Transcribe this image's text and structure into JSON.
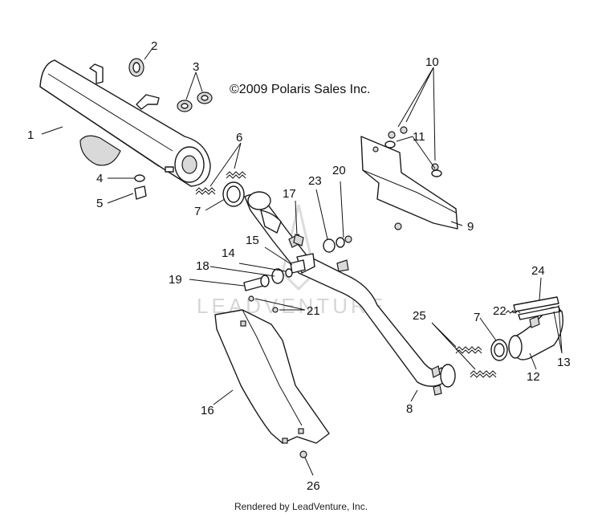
{
  "copyright": "©2009 Polaris Sales Inc.",
  "watermark": "LEADVENTURE",
  "footer": "Rendered by LeadVenture, Inc.",
  "callouts": {
    "c1": "1",
    "c2": "2",
    "c3": "3",
    "c4": "4",
    "c5": "5",
    "c6": "6",
    "c7a": "7",
    "c7b": "7",
    "c8": "8",
    "c9": "9",
    "c10": "10",
    "c11": "11",
    "c12": "12",
    "c13": "13",
    "c14": "14",
    "c15": "15",
    "c16": "16",
    "c17": "17",
    "c18": "18",
    "c19": "19",
    "c20": "20",
    "c21": "21",
    "c22": "22",
    "c23": "23",
    "c24": "24",
    "c25": "25",
    "c26": "26"
  },
  "colors": {
    "line": "#1a1a1a",
    "watermark": "#d6d6d6",
    "background": "#ffffff"
  }
}
